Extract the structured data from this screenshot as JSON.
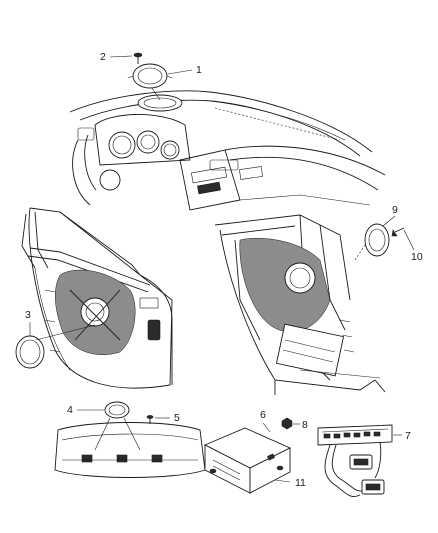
{
  "callouts": {
    "c1": "1",
    "c2": "2",
    "c3": "3",
    "c4": "4",
    "c5": "5",
    "c6": "6",
    "c7": "7",
    "c8": "8",
    "c9": "9",
    "c10": "10",
    "c11": "11"
  },
  "colors": {
    "ink": "#1a1a1a",
    "background": "#ffffff",
    "shading": "#8c8c8c"
  }
}
